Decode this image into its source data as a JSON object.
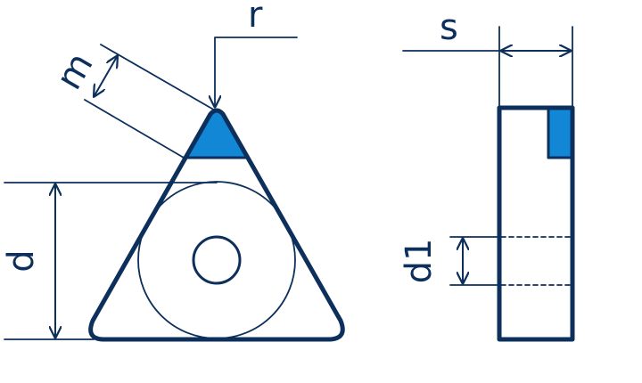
{
  "labels": {
    "r": "r",
    "m": "m",
    "s": "s",
    "d": "d",
    "d1": "d1"
  },
  "colors": {
    "stroke": "#0d2f5c",
    "accent": "#1287d6",
    "background": "#ffffff"
  }
}
